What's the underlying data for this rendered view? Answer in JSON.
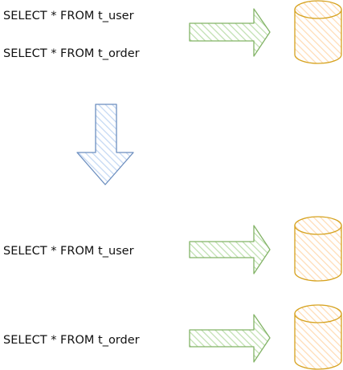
{
  "top": {
    "query1": "SELECT * FROM t_user",
    "query2": "SELECT * FROM t_order"
  },
  "bottom": {
    "query1": "SELECT * FROM t_user",
    "query2": "SELECT * FROM t_order"
  },
  "colors": {
    "green_arrow_stroke": "#82b366",
    "green_arrow_fill": "#d5e8d4",
    "blue_arrow_stroke": "#6c8ebf",
    "blue_arrow_fill": "#dae8fc",
    "db_stroke": "#d6a21e",
    "db_fill": "#ffe6cc",
    "text": "#111111"
  }
}
